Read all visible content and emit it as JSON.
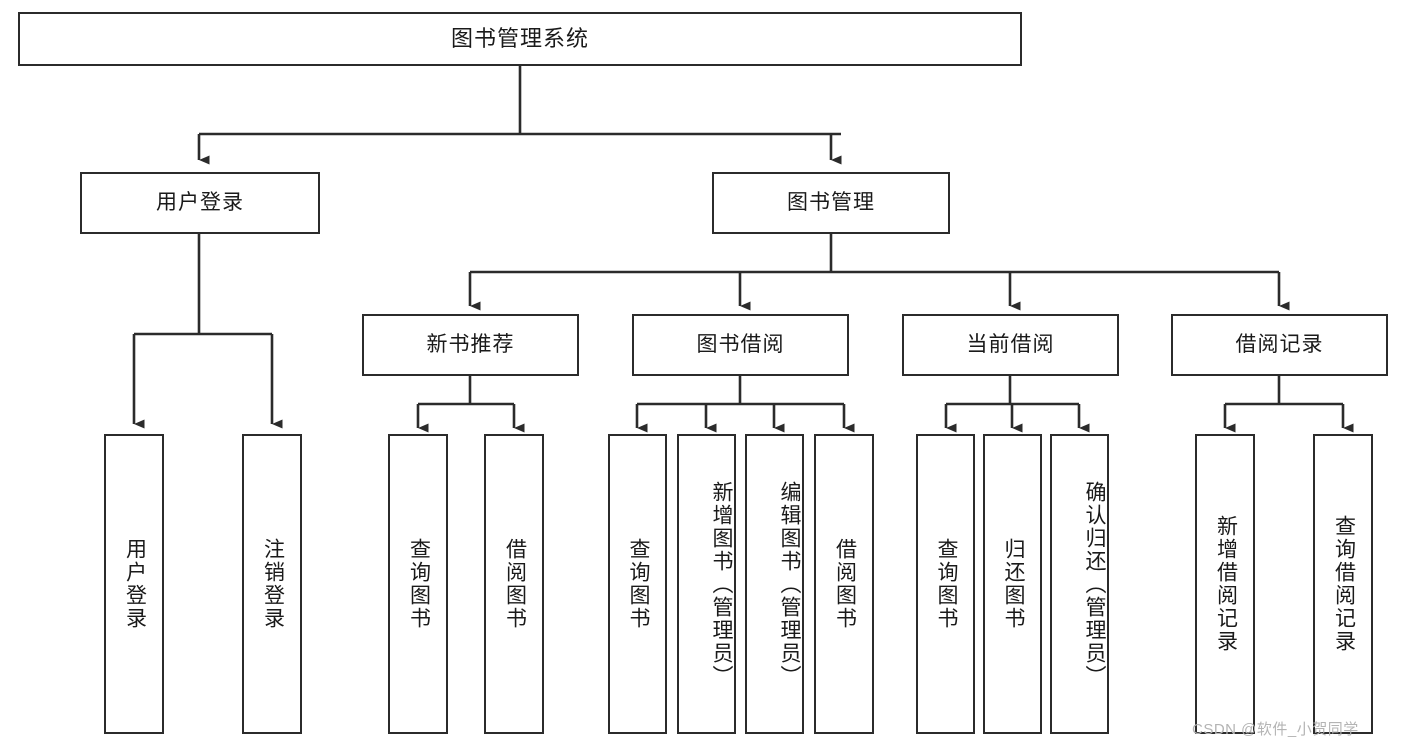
{
  "diagram": {
    "type": "hierarchy-tree",
    "title": "图书管理系统",
    "style": {
      "box_border": "#2b2b2b",
      "box_fill": "#ffffff",
      "line": "#2b2b2b",
      "text": "#1a1a1a",
      "background": "#ffffff"
    },
    "nodes": {
      "root": {
        "label": "图书管理系统",
        "level": 1
      },
      "l2_1": {
        "label": "用户登录",
        "level": 2
      },
      "l2_2": {
        "label": "图书管理",
        "level": 2
      },
      "l3_1": {
        "label": "新书推荐",
        "level": 3
      },
      "l3_2": {
        "label": "图书借阅",
        "level": 3
      },
      "l3_3": {
        "label": "当前借阅",
        "level": 3
      },
      "l3_4": {
        "label": "借阅记录",
        "level": 3
      },
      "leaf_1": {
        "label": "用户登录",
        "level": 4
      },
      "leaf_2": {
        "label": "注销登录",
        "level": 4
      },
      "leaf_3": {
        "label": "查询图书",
        "level": 4
      },
      "leaf_4": {
        "label": "借阅图书",
        "level": 4
      },
      "leaf_5": {
        "label": "查询图书",
        "level": 4
      },
      "leaf_6": {
        "label": "新增图书（管理员）",
        "level": 4
      },
      "leaf_7": {
        "label": "编辑图书（管理员）",
        "level": 4
      },
      "leaf_8": {
        "label": "借阅图书",
        "level": 4
      },
      "leaf_9": {
        "label": "查询图书",
        "level": 4
      },
      "leaf_10": {
        "label": "归还图书",
        "level": 4
      },
      "leaf_11": {
        "label": "确认归还（管理员）",
        "level": 4
      },
      "leaf_12": {
        "label": "新增借阅记录",
        "level": 4
      },
      "leaf_13": {
        "label": "查询借阅记录",
        "level": 4
      }
    },
    "edges": [
      {
        "from": "root",
        "to": "l2_1"
      },
      {
        "from": "root",
        "to": "l2_2"
      },
      {
        "from": "l2_1",
        "to": "leaf_1"
      },
      {
        "from": "l2_1",
        "to": "leaf_2"
      },
      {
        "from": "l2_2",
        "to": "l3_1"
      },
      {
        "from": "l2_2",
        "to": "l3_2"
      },
      {
        "from": "l2_2",
        "to": "l3_3"
      },
      {
        "from": "l2_2",
        "to": "l3_4"
      },
      {
        "from": "l3_1",
        "to": "leaf_3"
      },
      {
        "from": "l3_1",
        "to": "leaf_4"
      },
      {
        "from": "l3_2",
        "to": "leaf_5"
      },
      {
        "from": "l3_2",
        "to": "leaf_6"
      },
      {
        "from": "l3_2",
        "to": "leaf_7"
      },
      {
        "from": "l3_2",
        "to": "leaf_8"
      },
      {
        "from": "l3_3",
        "to": "leaf_9"
      },
      {
        "from": "l3_3",
        "to": "leaf_10"
      },
      {
        "from": "l3_3",
        "to": "leaf_11"
      },
      {
        "from": "l3_4",
        "to": "leaf_12"
      },
      {
        "from": "l3_4",
        "to": "leaf_13"
      }
    ]
  },
  "watermark": {
    "text": "CSDN @软件_小贺同学"
  }
}
